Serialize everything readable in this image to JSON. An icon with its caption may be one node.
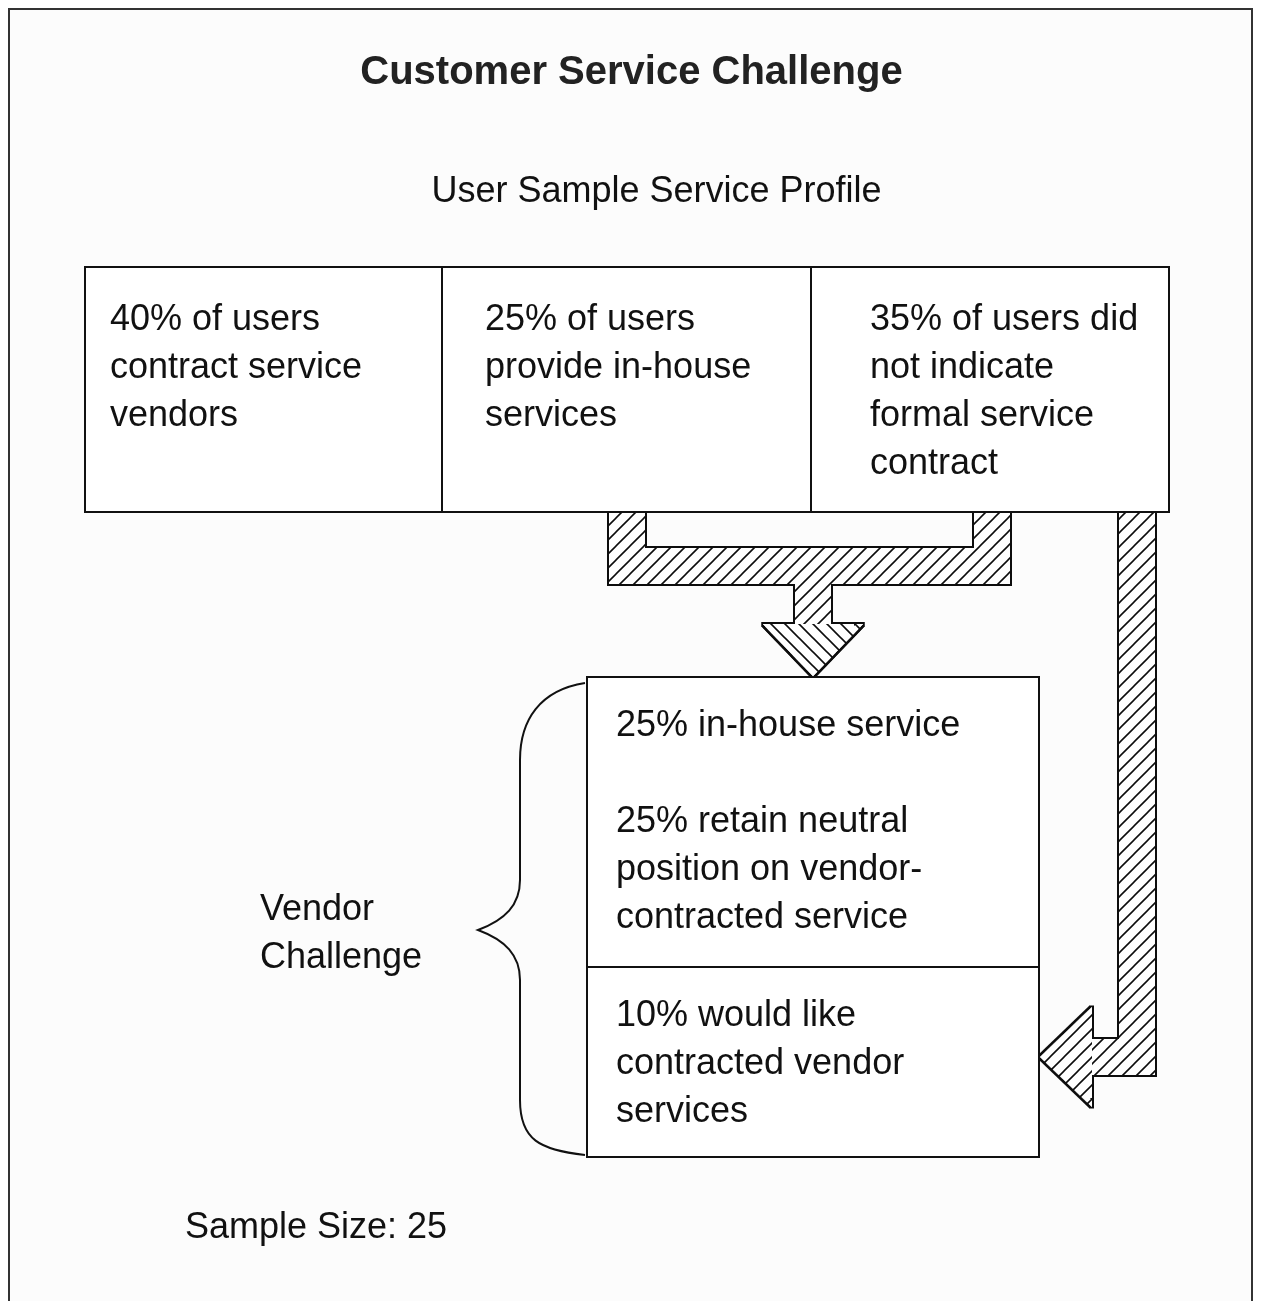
{
  "diagram": {
    "title": "Customer Service Challenge",
    "nodes": [
      {
        "text": [
          "40% of users contract service vendors"
        ]
      },
      {
        "text": [
          "25% of users provide in-house services"
        ]
      },
      {
        "text": [
          "35% of users did not indicate formal service contract"
        ]
      },
      {
        "text": [
          "25% in-house service",
          "25% retain neutral position on vendor-contracted service"
        ]
      },
      {
        "text": [
          "10% would like contracted vendor services"
        ]
      }
    ],
    "edges": [
      {
        "from": 1,
        "to": 3,
        "arrow": "to"
      },
      {
        "from": 2,
        "to": 3,
        "arrow": "to"
      },
      {
        "from": 2,
        "to": 4,
        "arrow": "to"
      }
    ],
    "labels": [
      "User Sample Service Profile",
      "Vendor Challenge",
      "Sample Size: 25"
    ]
  }
}
